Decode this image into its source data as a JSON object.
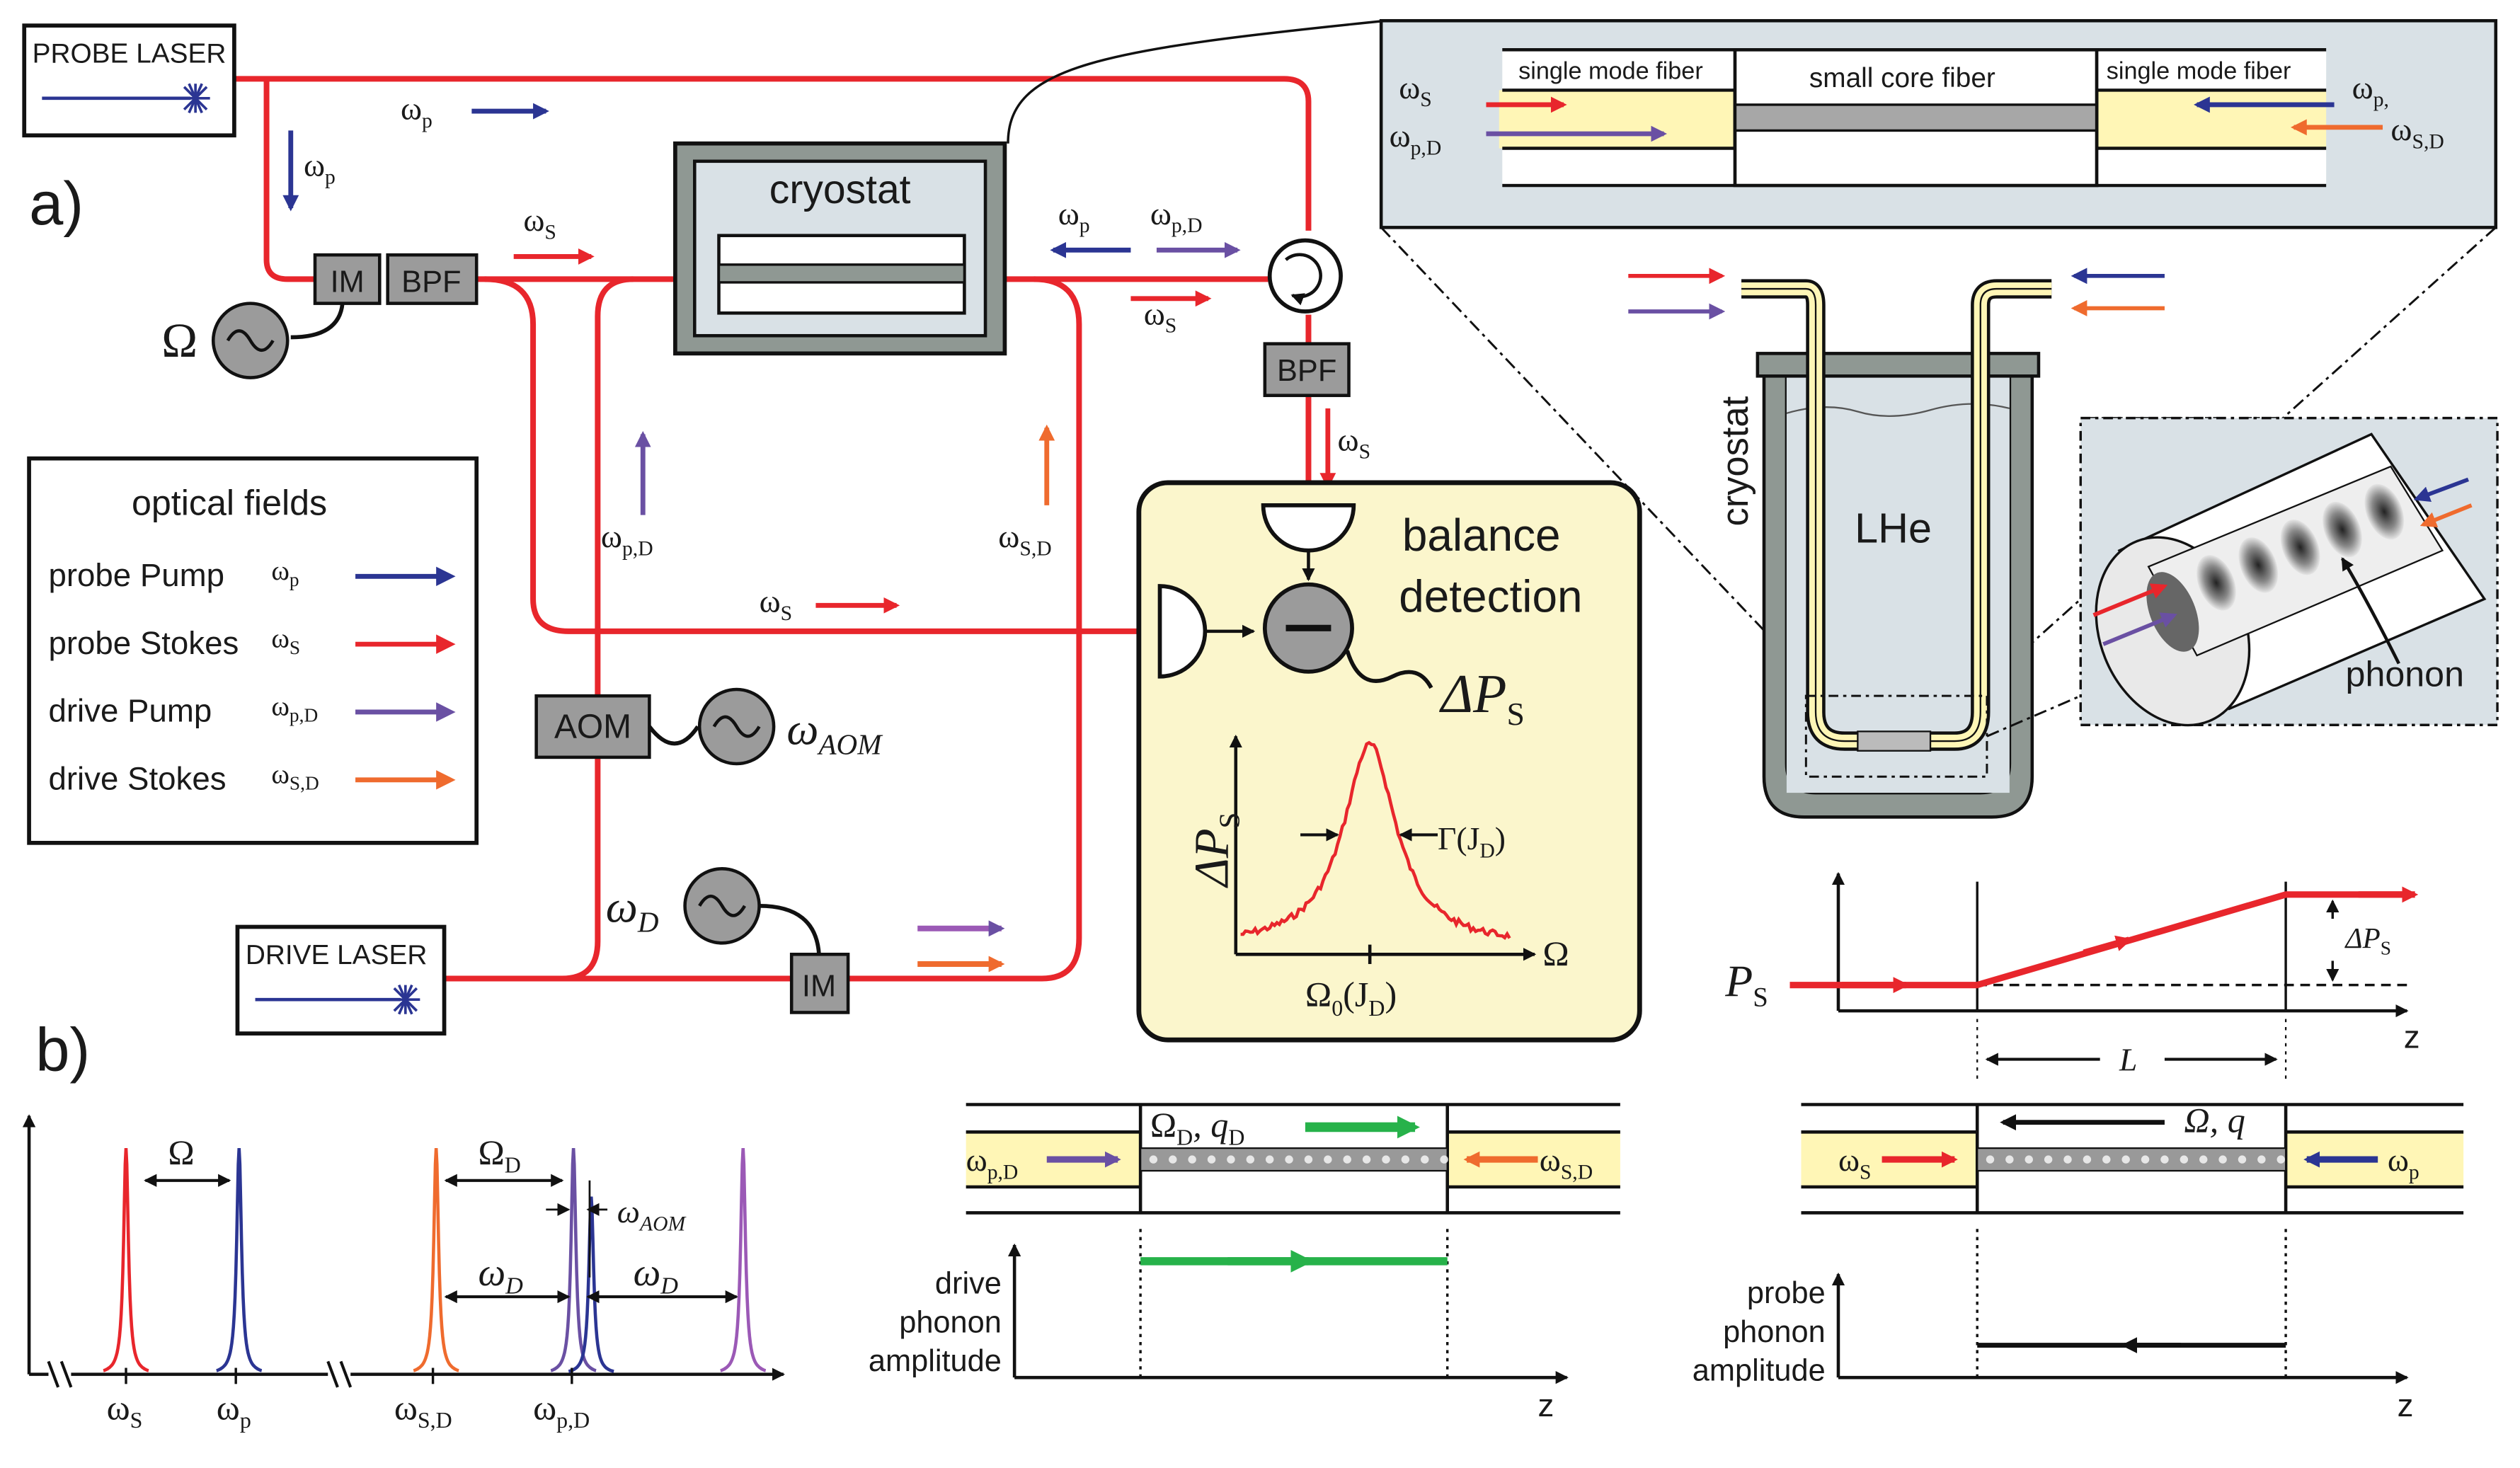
{
  "panels": {
    "a": "a)",
    "b": "b)"
  },
  "colors": {
    "probe_pump": "#2b3593",
    "probe_stokes": "#e8262c",
    "drive_pump": "#6a50a3",
    "drive_stokes": "#ef6b2e",
    "acoustic": "#27b24a",
    "fiber_line": "#e8262c",
    "box_fill": "#9b9b9b",
    "detector_bg": "#fbf6cc",
    "inset_bg": "#d9e1e6",
    "cladding": "#fff6b6"
  },
  "setup": {
    "probe_laser": "PROBE LASER",
    "drive_laser": "DRIVE LASER",
    "im": "IM",
    "bpf": "BPF",
    "aom": "AOM",
    "cryostat": "cryostat",
    "omega_big": "Ω",
    "omega_aom": "ω",
    "omega_aom_sub": "AOM",
    "omega_d": "ω",
    "omega_d_sub": "D",
    "w": "ω",
    "sub_p": "p",
    "sub_s": "S",
    "sub_pd": "p,D",
    "sub_sd": "S,D"
  },
  "legend": {
    "title": "optical fields",
    "items": [
      {
        "label": "probe Pump",
        "sym": "ω",
        "sub": "p",
        "color": "#2b3593"
      },
      {
        "label": "probe Stokes",
        "sym": "ω",
        "sub": "S",
        "color": "#e8262c"
      },
      {
        "label": "drive Pump",
        "sym": "ω",
        "sub": "p,D",
        "color": "#6a50a3"
      },
      {
        "label": "drive Stokes",
        "sym": "ω",
        "sub": "S,D",
        "color": "#ef6b2e"
      }
    ]
  },
  "detection": {
    "title1": "balance",
    "title2": "detection",
    "delta": "ΔP",
    "delta_sub": "S",
    "ylabel": "ΔP",
    "ylabel_sub": "S",
    "xlabel": "Ω",
    "center": "Ω",
    "center_sub": "0",
    "center_arg": "(J",
    "center_arg_sub": "D",
    "center_close": ")",
    "width": "Γ(J",
    "width_sub": "D",
    "width_close": ")"
  },
  "inset_fiber": {
    "smf_left": "single mode fiber",
    "core": "small core fiber",
    "smf_right": "single mode fiber",
    "left_s": "ω",
    "left_s_sub": "S",
    "left_pd": "ω",
    "left_pd_sub": "p,D",
    "right_p": "ω",
    "right_p_sub": "p,",
    "right_sd": "ω",
    "right_sd_sub": "S,D"
  },
  "dewar": {
    "label": "cryostat",
    "liquid": "LHe"
  },
  "phonon_inset": {
    "label": "phonon"
  },
  "gain": {
    "ps": "P",
    "ps_sub": "S",
    "dps": "ΔP",
    "dps_sub": "S",
    "z": "z",
    "length": "L"
  },
  "spectrum": {
    "Omega": "Ω",
    "Omega_D": "Ω",
    "Omega_D_sub": "D",
    "omega_aom": "ω",
    "omega_aom_sub": "AOM",
    "omega_D": "ω",
    "omega_D_sub": "D",
    "ticks": [
      {
        "sym": "ω",
        "sub": "S"
      },
      {
        "sym": "ω",
        "sub": "p"
      },
      {
        "sym": "ω",
        "sub": "S,D"
      },
      {
        "sym": "ω",
        "sub": "p,D"
      }
    ]
  },
  "drive_phonon": {
    "top": "Ω",
    "top_sub": "D",
    "top_q": ", q",
    "top_q_sub": "D",
    "left": "ω",
    "left_sub": "p,D",
    "right": "ω",
    "right_sub": "S,D",
    "ylabel1": "drive",
    "ylabel2": "phonon",
    "ylabel3": "amplitude",
    "z": "z"
  },
  "probe_phonon": {
    "top": "Ω, q",
    "left": "ω",
    "left_sub": "S",
    "right": "ω",
    "right_sub": "p",
    "ylabel1": "probe",
    "ylabel2": "phonon",
    "ylabel3": "amplitude",
    "z": "z"
  }
}
